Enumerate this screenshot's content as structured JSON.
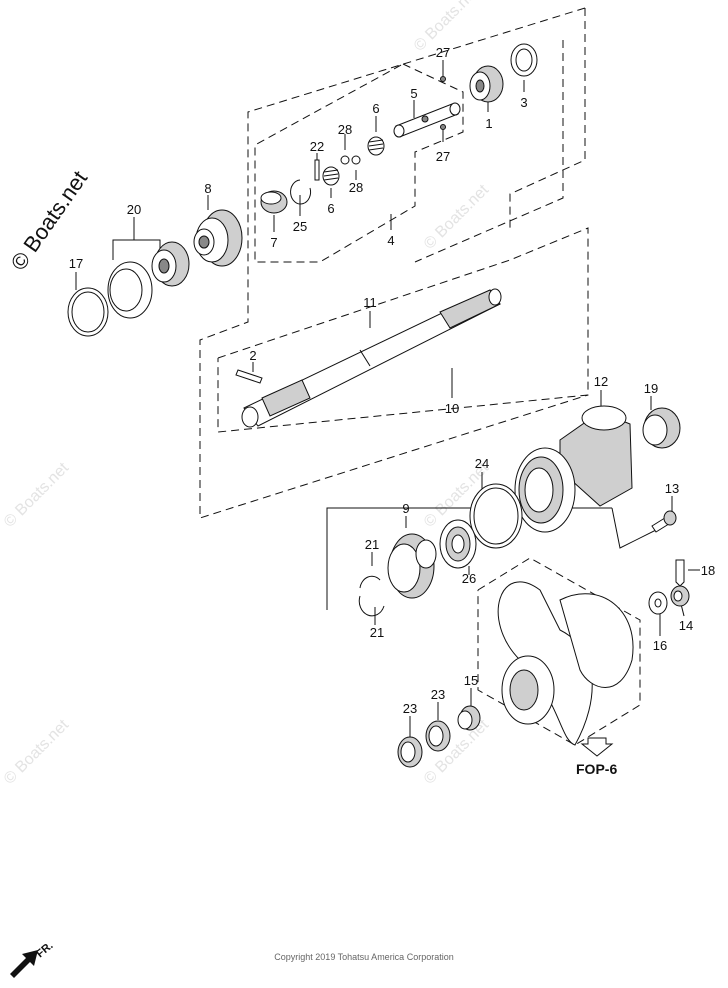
{
  "watermark_main": "© Boats.net",
  "watermark_faint": "© Boats.net",
  "copyright": "Copyright 2019 Tohatsu America Corporation",
  "fop_label": "FOP-6",
  "direction_label": "FR.",
  "callouts": {
    "c27a": "27",
    "c27b": "27",
    "c1": "1",
    "c3": "3",
    "c5": "5",
    "c6a": "6",
    "c6b": "6",
    "c28a": "28",
    "c28b": "28",
    "c22": "22",
    "c25": "25",
    "c7": "7",
    "c4": "4",
    "c8": "8",
    "c20": "20",
    "c17": "17",
    "c11": "11",
    "c2": "2",
    "c10": "10",
    "c12": "12",
    "c19": "19",
    "c24": "24",
    "c13": "13",
    "c9": "9",
    "c21a": "21",
    "c21b": "21",
    "c26": "26",
    "c18": "18",
    "c16": "16",
    "c14": "14",
    "c15": "15",
    "c23a": "23",
    "c23b": "23"
  }
}
